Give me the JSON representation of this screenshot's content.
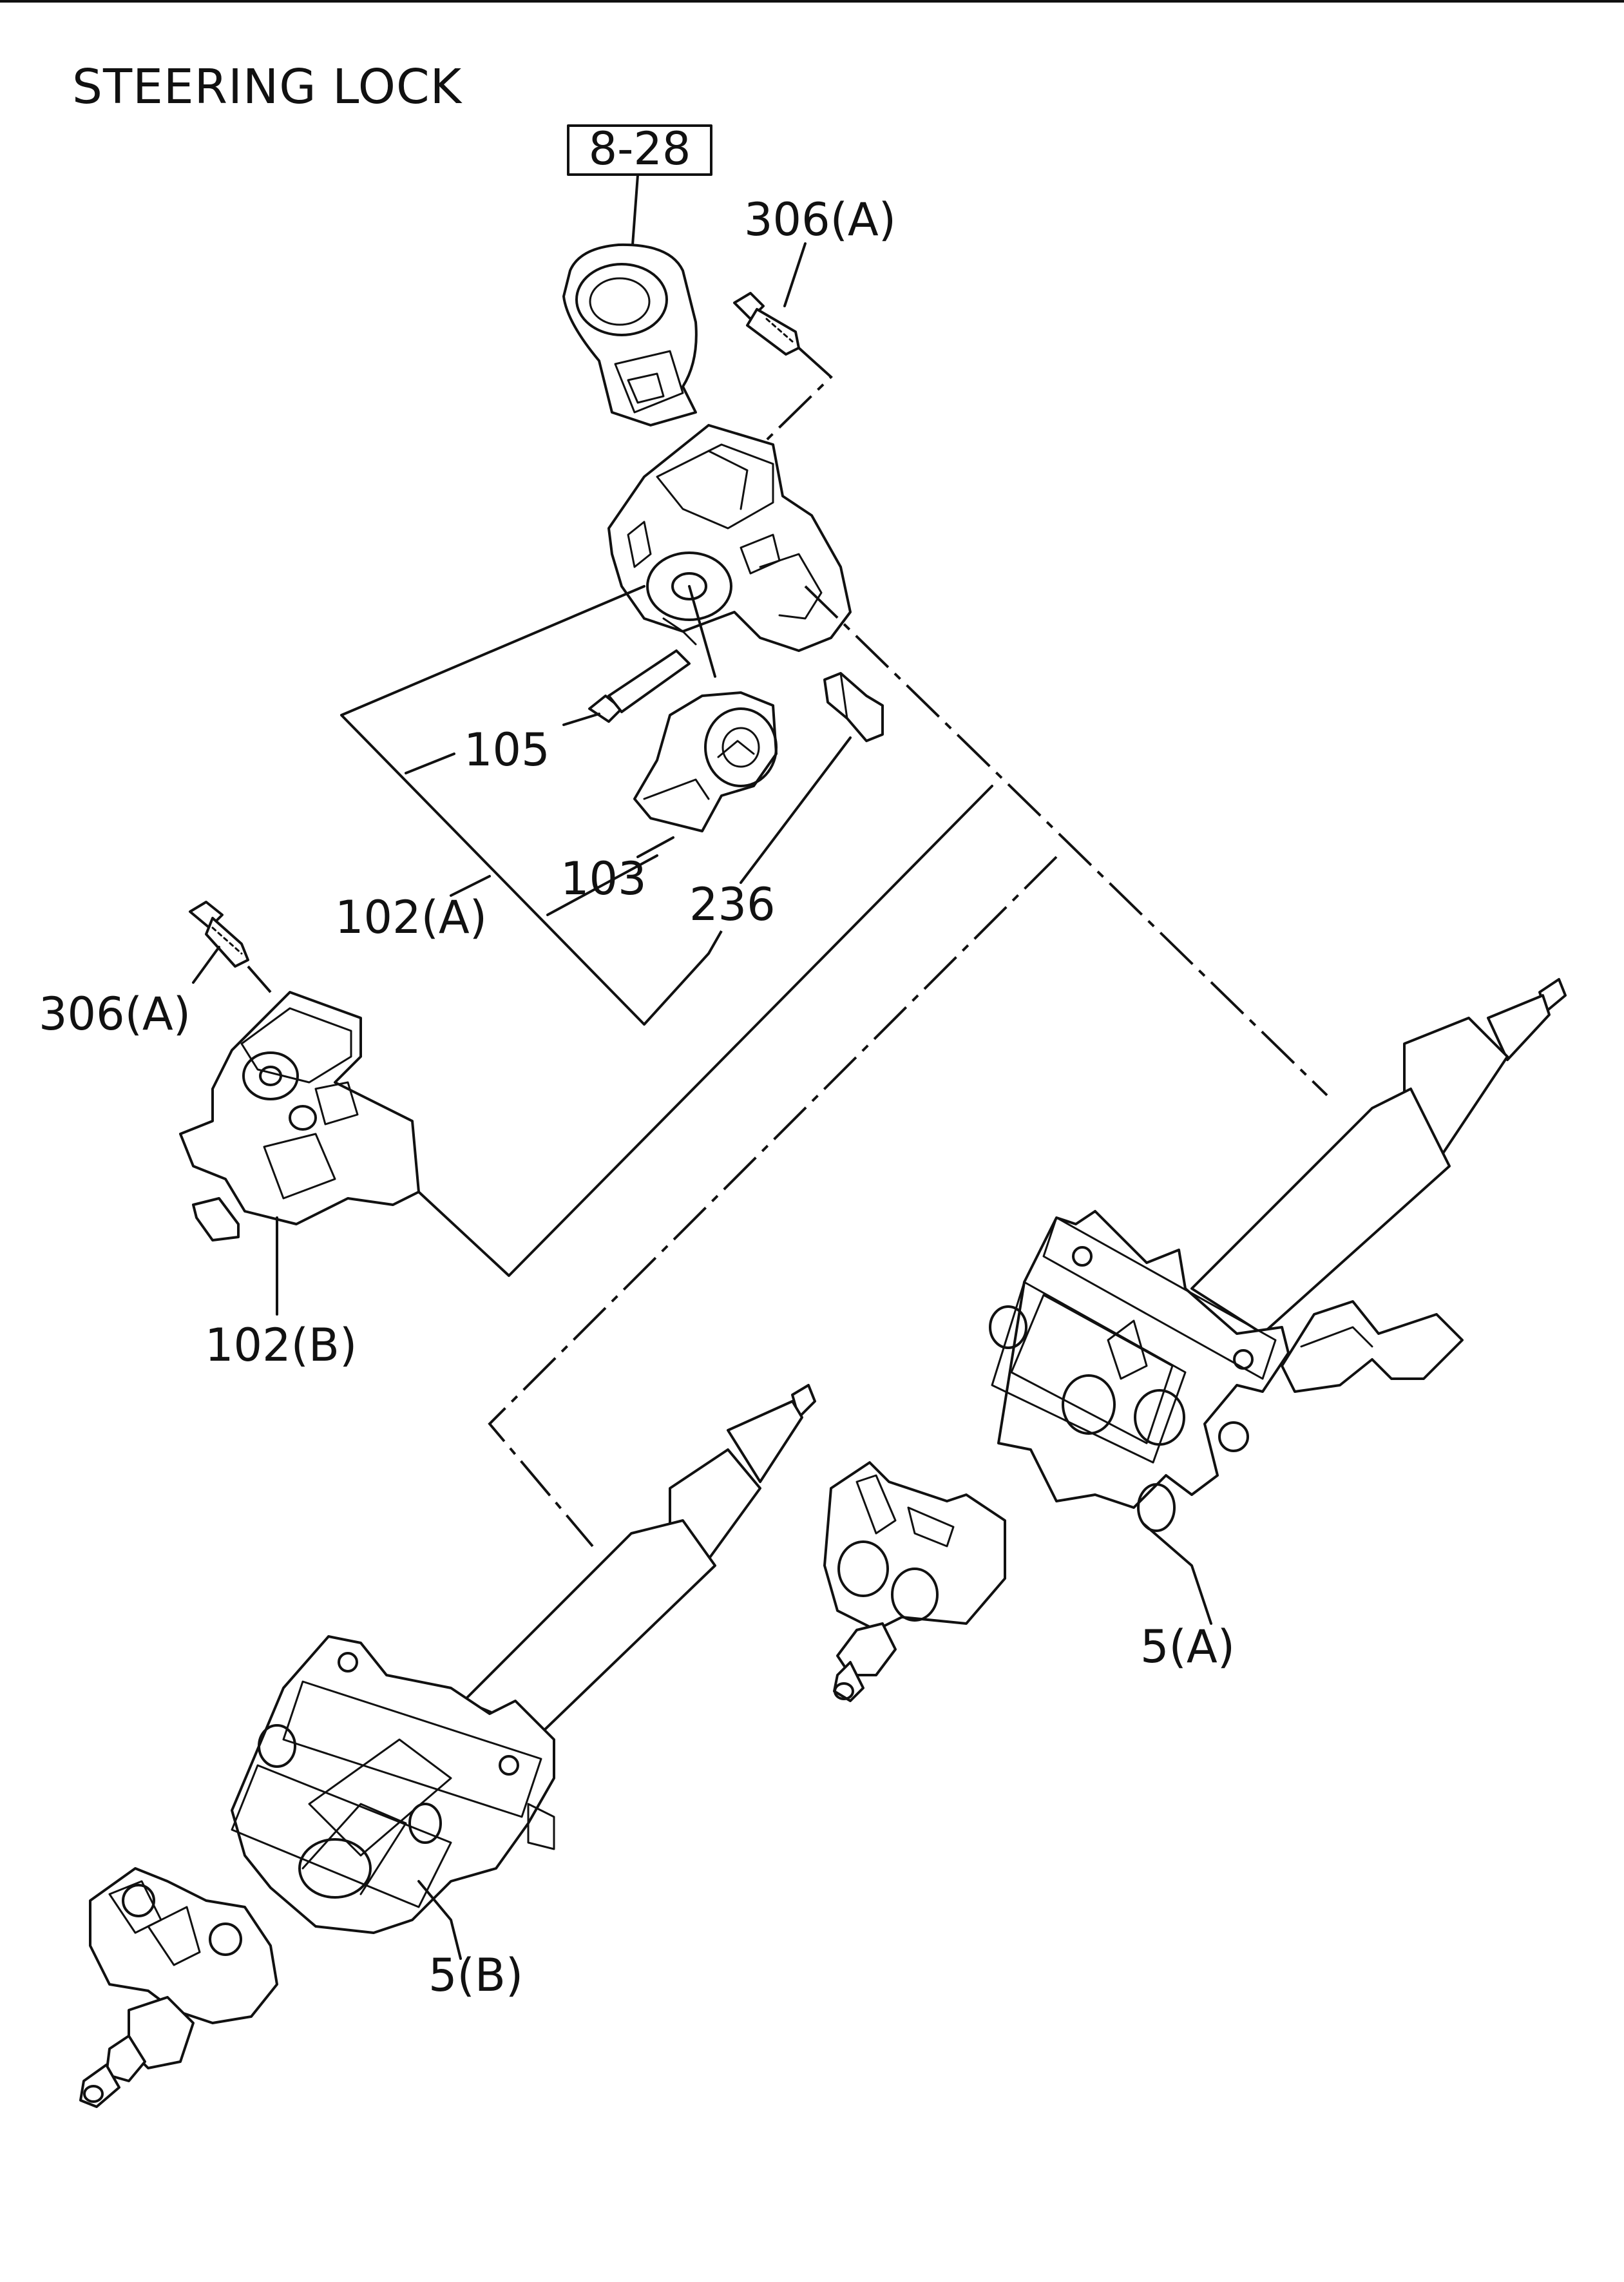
{
  "title": "STEERING LOCK",
  "reference_box": "8-28",
  "callouts": {
    "c306a_top": "306(A)",
    "c105": "105",
    "c103": "103",
    "c102a": "102(A)",
    "c236": "236",
    "c306a_left": "306(A)",
    "c102b": "102(B)",
    "c5a": "5(A)",
    "c5b": "5(B)"
  }
}
